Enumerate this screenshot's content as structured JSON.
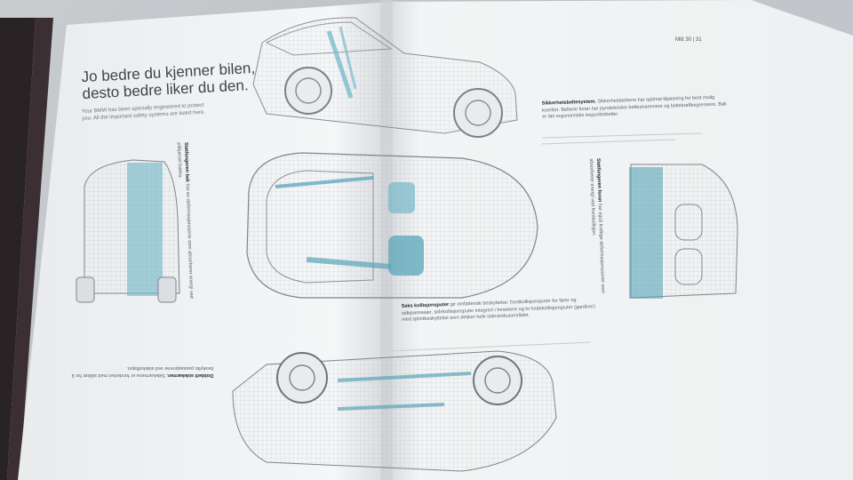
{
  "left_page": {
    "headline_line1": "Jo bedre du kjenner bilen,",
    "headline_line2": "desto bedre liker du den.",
    "intro": "Your BMW has been specially engineered to protect you. All the important safety systems are listed here.",
    "rear_caption_title": "Støtfangeren bak",
    "rear_caption_text": "har en deformasjonssone som absorberer energi ved påkjørsel bakfra."
  },
  "right_page": {
    "page_number": "Mitt 30 | 31",
    "belt_title": "Sikkerhetsbeltesystem.",
    "belt_text": "Sikkerhetsbeltene har optimal tilpasning for best mulig komfort. Beltene foran har pyrotekniske beltestrammere og beltekraftbegrensere. Bak er det ergonomiske trepunktsbelter.",
    "front_caption_title": "Støtfangeren foran",
    "front_caption_text": "har også kraftige deformasjonssoner som absorberer energi ved frontkollisjon.",
    "airbag_title": "Seks kollisjonsputer",
    "airbag_text": "gir omfattende beskyttelse: frontkollisjonsputer for fører og sidepassasjer, sidekollisjonsputer integrert i forsetene og to hodekollisjonsputer (gardiner) med splintbeskyttelse som dekker hele sidevindusområdet."
  },
  "bottom_caption": {
    "title": "Dobbelt sidekarmer.",
    "text": "Sidekarmene er forsterket med stålrør for å beskytte passasjerene ved sidekollisjon."
  },
  "colors": {
    "paper": "#f4f5f6",
    "paper_shadow": "#d9dcdf",
    "highlight": "#6fb6c6",
    "wire": "#8a9199",
    "text": "#3a3f44"
  }
}
